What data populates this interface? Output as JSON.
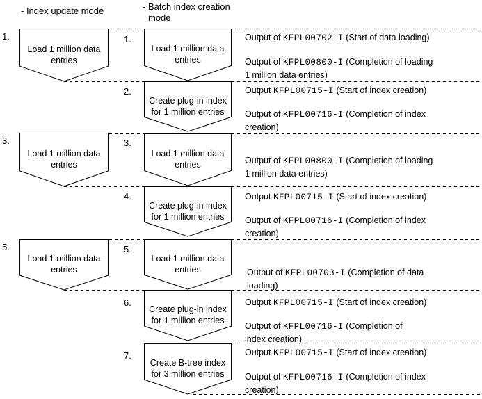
{
  "colors": {
    "background": "#ffffff",
    "foreground": "#000000"
  },
  "headers": {
    "left": "- Index update mode",
    "right": "- Batch index creation mode"
  },
  "left_column": {
    "steps": [
      {
        "num": "1.",
        "line1": "Load 1 million data",
        "line2": "entries"
      },
      {
        "num": "3.",
        "line1": "Load 1 million data",
        "line2": "entries"
      },
      {
        "num": "5.",
        "line1": "Load 1 million data",
        "line2": "entries"
      }
    ]
  },
  "right_column": {
    "steps": [
      {
        "num": "1.",
        "line1": "Load 1 million data",
        "line2": "entries"
      },
      {
        "num": "2.",
        "line1": "Create plug-in index",
        "line2": "for 1 million entries"
      },
      {
        "num": "3.",
        "line1": "Load 1 million data",
        "line2": "entries"
      },
      {
        "num": "4.",
        "line1": "Create plug-in index",
        "line2": "for 1 million entries"
      },
      {
        "num": "5.",
        "line1": "Load 1 million data",
        "line2": "entries"
      },
      {
        "num": "6.",
        "line1": "Create plug-in index",
        "line2": "for 1 million entries"
      },
      {
        "num": "7.",
        "line1": "Create B-tree index",
        "line2": "for 3 million entries"
      }
    ]
  },
  "messages": [
    {
      "prefix": "Output of ",
      "code": "KFPL00702-I",
      "suffix": " (Start of data loading)",
      "line2": ""
    },
    {
      "prefix": "Output of ",
      "code": "KFPL00800-I",
      "suffix": " (Completion of loading",
      "line2": "1 million data entries)"
    },
    {
      "prefix": "Output ",
      "code": "KFPL00715-I",
      "suffix": " (Start of index creation)",
      "line2": ""
    },
    {
      "prefix": "Output of ",
      "code": "KFPL00716-I",
      "suffix": " (Completion of index",
      "line2": "creation)"
    },
    {
      "prefix": "Output of ",
      "code": "KFPL00800-I",
      "suffix": " (Completion of loading",
      "line2": "1 million data entries)"
    },
    {
      "prefix": "Output ",
      "code": "KFPL00715-I",
      "suffix": " (Start of index creation)",
      "line2": ""
    },
    {
      "prefix": "Output of ",
      "code": "KFPL00716-I",
      "suffix": " (Completion of index",
      "line2": "creation)"
    },
    {
      "prefix": "Output of ",
      "code": "KFPL00703-I",
      "suffix": " (Completion of data",
      "line2": "loading)"
    },
    {
      "prefix": "Output ",
      "code": "KFPL00715-I",
      "suffix": " (Start of index creation)",
      "line2": ""
    },
    {
      "prefix": "Output of ",
      "code": "KFPL00716-I",
      "suffix": " (Completion of",
      "line2": "index creation)"
    },
    {
      "prefix": "Output ",
      "code": "KFPL00715-I",
      "suffix": " (Start of index creation)",
      "line2": ""
    },
    {
      "prefix": "Output of ",
      "code": "KFPL00716-I",
      "suffix": " (Completion of index",
      "line2": "creation)"
    }
  ]
}
